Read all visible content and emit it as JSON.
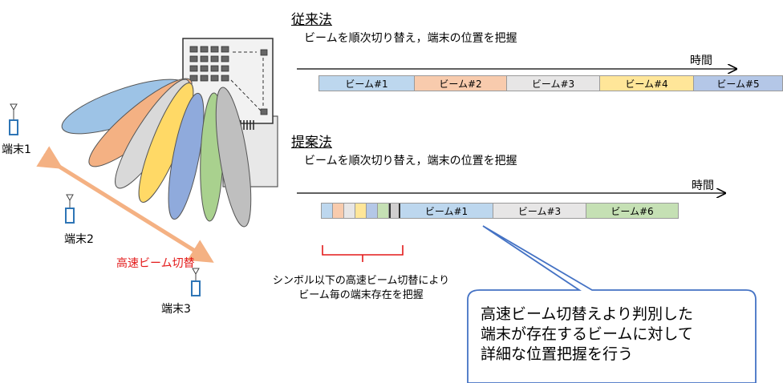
{
  "conventional": {
    "title": "従来法",
    "description": "ビームを順次切り替え，端末の位置を把握",
    "time_label": "時間",
    "beams": [
      {
        "label": "ビーム#1",
        "color": "#bdd7ee"
      },
      {
        "label": "ビーム#2",
        "color": "#f8cbad"
      },
      {
        "label": "ビーム#3",
        "color": "#e7e6e6"
      },
      {
        "label": "ビーム#4",
        "color": "#ffe699"
      },
      {
        "label": "ビーム#5",
        "color": "#b4c7e7"
      }
    ]
  },
  "proposed": {
    "title": "提案法",
    "description": "ビームを順次切り替え，端末の位置を把握",
    "time_label": "時間",
    "fast_slots": [
      "#bdd7ee",
      "#f8cbad",
      "#e7e6e6",
      "#ffe699",
      "#b4c7e7",
      "#c5e0b4",
      "#d0cece"
    ],
    "beams": [
      {
        "label": "ビーム#1",
        "color": "#bdd7ee"
      },
      {
        "label": "ビーム#3",
        "color": "#e7e6e6"
      },
      {
        "label": "ビーム#6",
        "color": "#c5e0b4"
      }
    ],
    "note_line1": "シンボル以下の高速ビーム切替により",
    "note_line2": "ビーム毎の端末存在を把握"
  },
  "callout": {
    "line1": "高速ビーム切替えより判別した",
    "line2": "端末が存在するビームに対して",
    "line3": "詳細な位置把握を行う"
  },
  "terminals": [
    "端末1",
    "端末2",
    "端末3"
  ],
  "fast_switch_label": "高速ビーム切替",
  "colors": {
    "beam_blue": "#9dc3e6",
    "beam_orange": "#f4b183",
    "beam_gray": "#d9d9d9",
    "beam_yellow": "#ffd966",
    "beam_navy": "#8faadc",
    "beam_green": "#a9d18e",
    "beam_dark": "#bfbfbf",
    "terminal": "#2e75b6",
    "arrow_orange": "#f4b183",
    "accent_red": "#e31a1a",
    "callout_border": "#4472c4"
  }
}
